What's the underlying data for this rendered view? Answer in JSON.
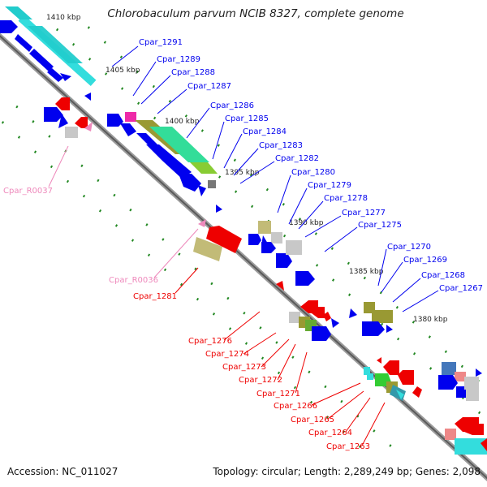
{
  "title": "Chlorobaculum parvum NCIB 8327, complete genome",
  "accession": "Accession: NC_011027",
  "summary": "Topology: circular; Length: 2,289,249 bp; Genes: 2,098",
  "colors": {
    "backbone": "#808080",
    "cds_forward": "#0000ee",
    "cds_reverse": "#ee0000",
    "rna_label": "#ee88bb",
    "tick": "#228822"
  },
  "kbp_labels": [
    "1410 kbp",
    "1405 kbp",
    "1400 kbp",
    "1395 kbp",
    "1390 kbp",
    "1385 kbp",
    "1380 kbp"
  ],
  "forward_labels": [
    "Cpar_1291",
    "Cpar_1289",
    "Cpar_1288",
    "Cpar_1287",
    "Cpar_1286",
    "Cpar_1285",
    "Cpar_1284",
    "Cpar_1283",
    "Cpar_1282",
    "Cpar_1280",
    "Cpar_1279",
    "Cpar_1278",
    "Cpar_1277",
    "Cpar_1275",
    "Cpar_1270",
    "Cpar_1269",
    "Cpar_1268",
    "Cpar_1267"
  ],
  "reverse_labels": [
    "Cpar_1281",
    "Cpar_1276",
    "Cpar_1274",
    "Cpar_1273",
    "Cpar_1272",
    "Cpar_1271",
    "Cpar_1266",
    "Cpar_1265",
    "Cpar_1264",
    "Cpar_1263"
  ],
  "rna_labels": [
    "Cpar_R0037",
    "Cpar_R0036"
  ]
}
